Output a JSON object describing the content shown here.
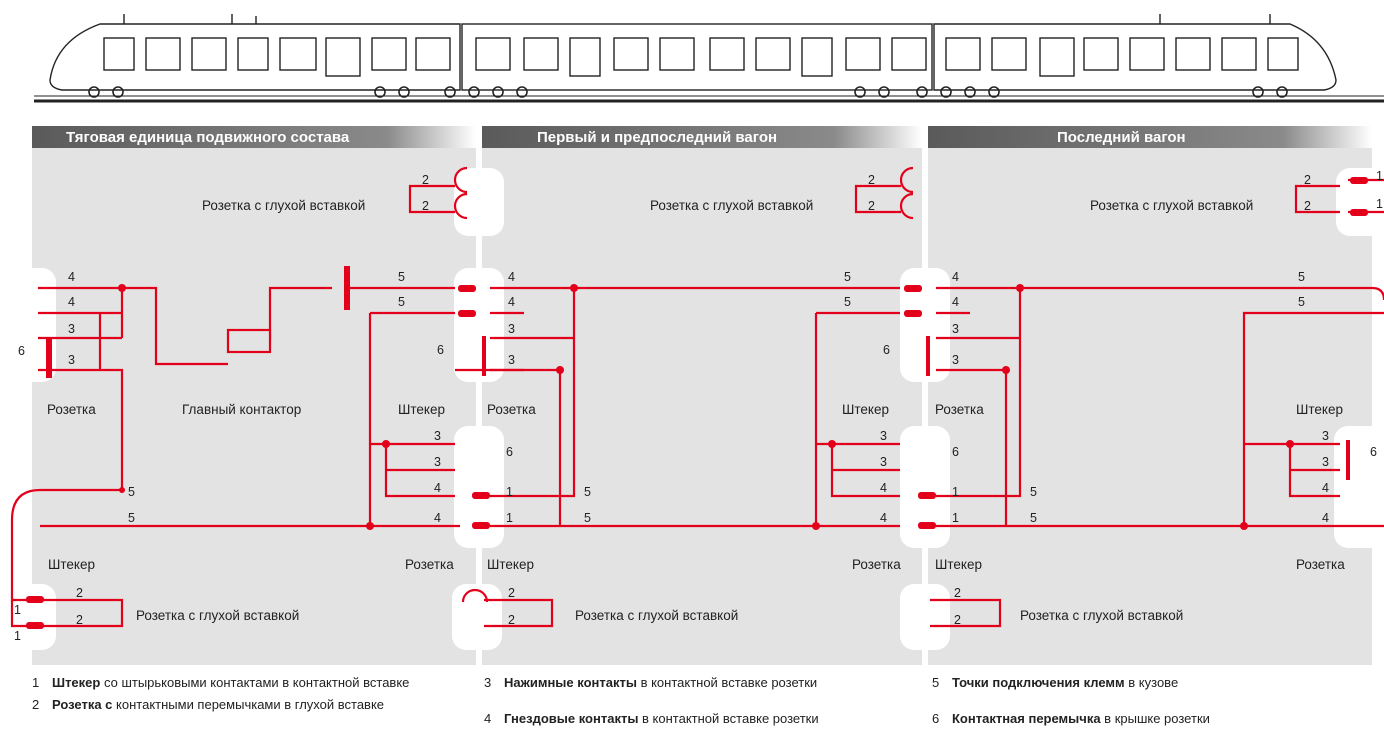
{
  "sections": [
    {
      "title": "Тяговая единица подвижного состава"
    },
    {
      "title": "Первый и предпоследний вагон"
    },
    {
      "title": "Последний вагон"
    }
  ],
  "labels": {
    "dummy_socket": "Розетка с глухой вставкой",
    "socket": "Розетка",
    "plug": "Штекер",
    "main_contactor": "Главный контактор"
  },
  "legend": [
    {
      "num": "1",
      "bold": "Штекер",
      "text": " со штырьковыми контактами в контактной вставке"
    },
    {
      "num": "2",
      "bold": "Розетка с",
      "text": " контактными перемычками в глухой вставке"
    },
    {
      "num": "3",
      "bold": "Нажимные контакты",
      "text": " в контактной вставке розетки"
    },
    {
      "num": "4",
      "bold": "Гнездовые контакты",
      "text": " в контактной вставке розетки"
    },
    {
      "num": "5",
      "bold": "Точки подключения клемм",
      "text": " в кузове"
    },
    {
      "num": "6",
      "bold": "Контактная перемычка",
      "text": " в крышке розетки"
    }
  ],
  "colors": {
    "wire": "#e3001b",
    "panel": "#e3e3e3",
    "header": "#6e6e6e",
    "pill": "#ffffff"
  }
}
